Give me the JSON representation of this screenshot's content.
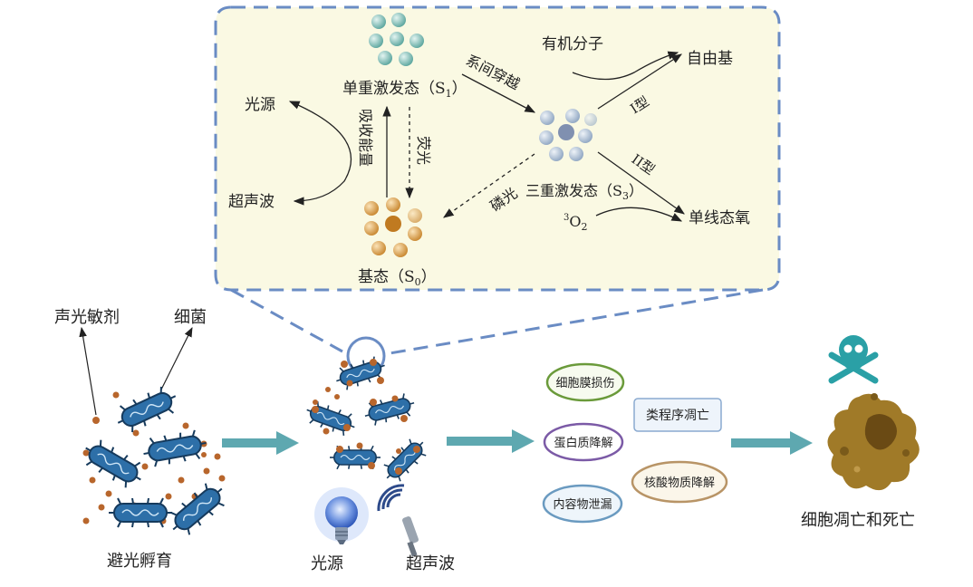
{
  "inset": {
    "singlet": "单重激发态（S",
    "singlet_sub": "1",
    "triplet": "三重激发态（S",
    "triplet_sub": "3",
    "ground": "基态（S",
    "ground_sub": "0",
    "close_paren": "）",
    "isc": "系间穿越",
    "absorb": "吸收能量",
    "fluorescence": "荧光",
    "phosphorescence": "磷光",
    "organic": "有机分子",
    "radical": "自由基",
    "type1": "I型",
    "type2": "II型",
    "o2_sup": "3",
    "o2_o": "O",
    "o2_sub": "2",
    "singlet_oxygen": "单线态氧",
    "light_source": "光源",
    "ultrasound": "超声波"
  },
  "stage1": {
    "sensitizer": "声光敏剂",
    "bacteria": "细菌",
    "incubation": "避光孵育"
  },
  "stage2": {
    "light": "光源",
    "ultrasound": "超声波"
  },
  "effects": {
    "membrane": "细胞膜损伤",
    "protein": "蛋白质降解",
    "leak": "内容物泄漏",
    "apoptosis_like": "类程序凋亡",
    "nucleic": "核酸物质降解"
  },
  "outcome": {
    "death": "细胞凋亡和死亡"
  },
  "colors": {
    "inset_bg": "#faf9e3",
    "dash_border": "#6a8cc4",
    "arrow_teal": "#5ea8b0",
    "bacterium": "#2d6fa8",
    "particle": "#b8662c",
    "pill_green": "#6a9a3a",
    "pill_purple": "#7b5aa6",
    "pill_blue": "#6a9ac0",
    "pill_tan": "#b89466",
    "skull": "#2aa0a6",
    "dead_cell": "#a07a28"
  }
}
